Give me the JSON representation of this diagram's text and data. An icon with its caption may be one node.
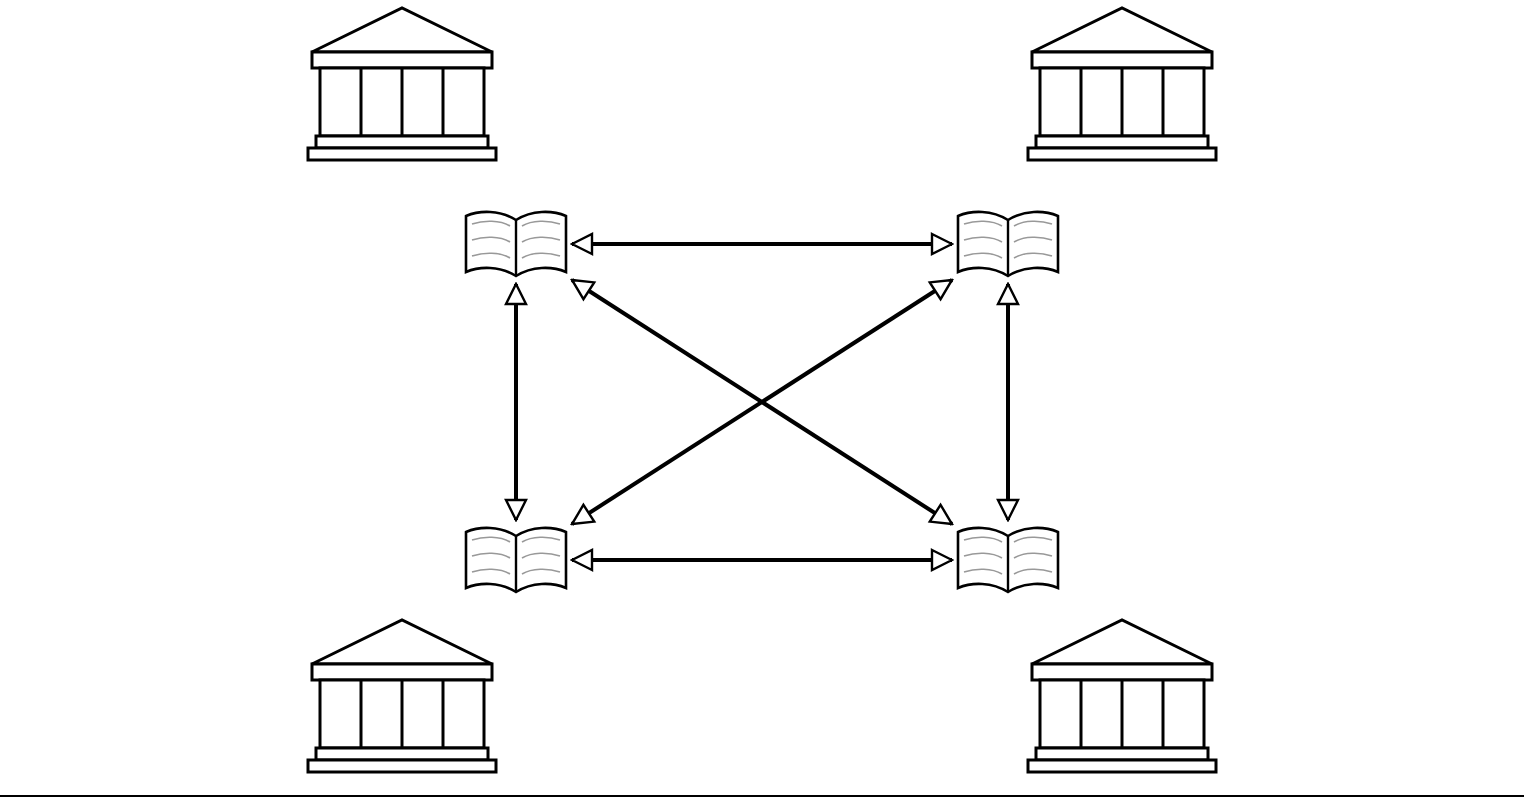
{
  "diagram": {
    "nodes": [
      {
        "text": [],
        "shape": "building"
      },
      {
        "text": [],
        "shape": "building"
      },
      {
        "text": [],
        "shape": "book"
      },
      {
        "text": [],
        "shape": "book"
      },
      {
        "text": [],
        "shape": "book"
      },
      {
        "text": [],
        "shape": "book"
      },
      {
        "text": [],
        "shape": "building"
      },
      {
        "text": [],
        "shape": "building"
      }
    ],
    "edges": [
      {
        "from": 2,
        "to": 3,
        "arrow": "both"
      },
      {
        "from": 2,
        "to": 4,
        "arrow": "both"
      },
      {
        "from": 3,
        "to": 5,
        "arrow": "both"
      },
      {
        "from": 2,
        "to": 5,
        "arrow": "both"
      },
      {
        "from": 3,
        "to": 4,
        "arrow": "both"
      },
      {
        "from": 4,
        "to": 5,
        "arrow": "both"
      }
    ]
  }
}
